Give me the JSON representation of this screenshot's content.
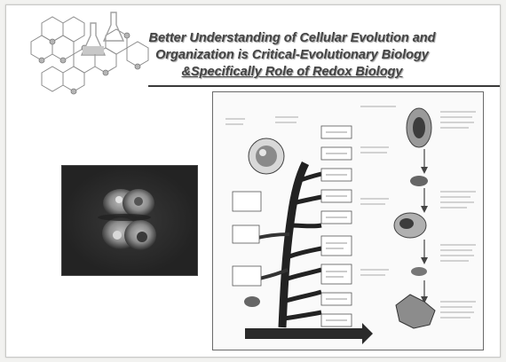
{
  "slide": {
    "title_line1": "Better Understanding of Cellular Evolution and",
    "title_line2_plain": "Organization is Critical-",
    "title_line2_emph": "Evolutionary Biology",
    "title_line3": "&Specifically Role of Redox Biology"
  },
  "colors": {
    "background": "#ffffff",
    "title_text": "#444444",
    "photo_bg": "#232323",
    "rule": "#3a3a3a"
  }
}
